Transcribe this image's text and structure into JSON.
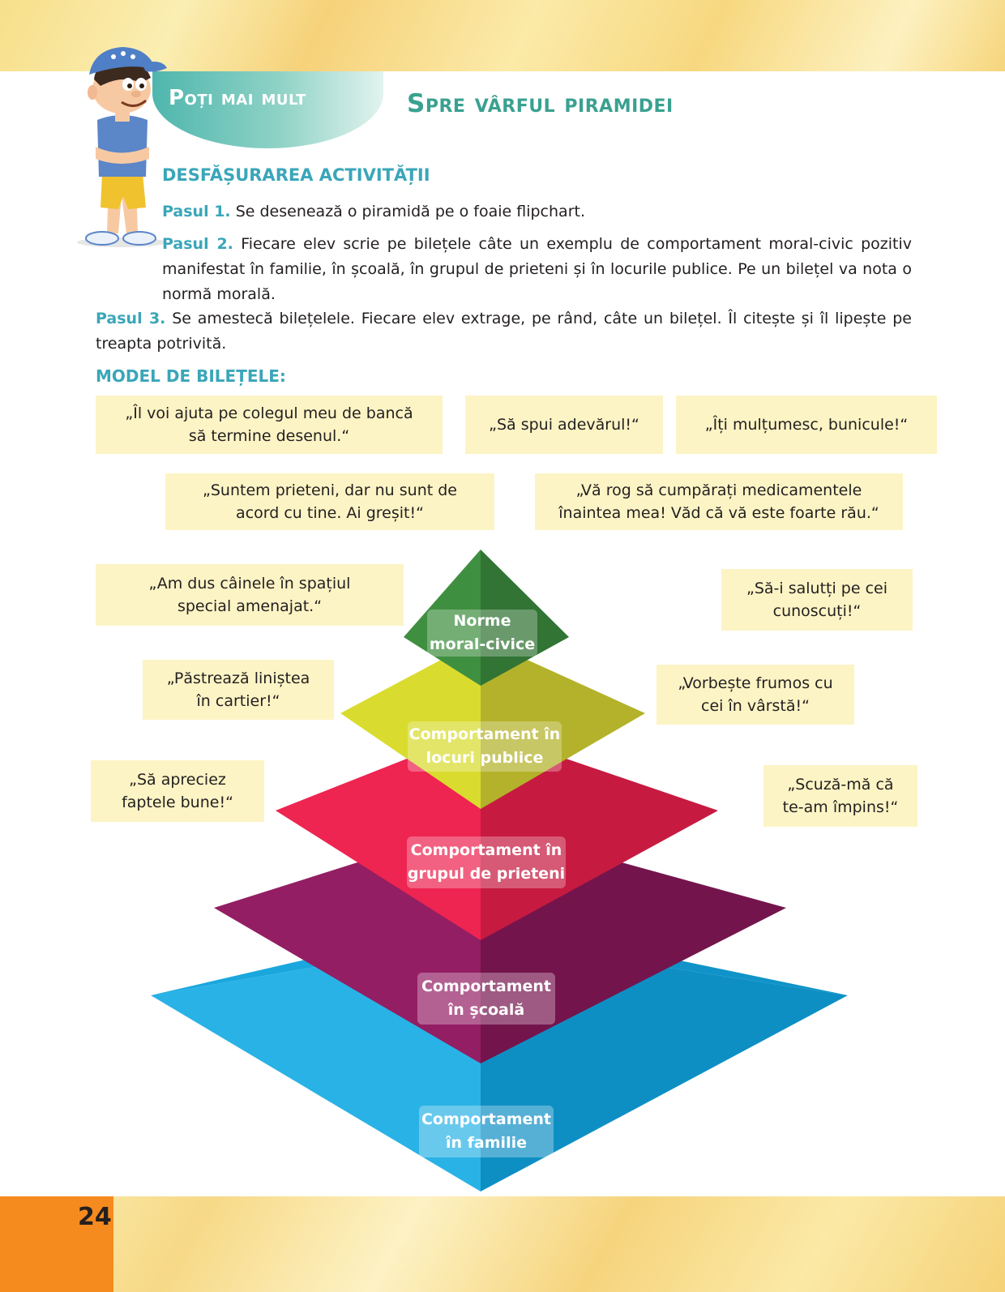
{
  "header": {
    "tab_label": "Poți mai mult",
    "title": "Spre vârful piramidei"
  },
  "activity": {
    "heading": "DESFĂȘURAREA ACTIVITĂȚII",
    "steps": [
      {
        "label": "Pasul 1.",
        "text": "Se desenează o piramidă pe o foaie flipchart."
      },
      {
        "label": "Pasul 2.",
        "text": "Fiecare elev scrie pe bilețele câte un exemplu de comportament moral-civic pozitiv manifestat în familie, în școală, în grupul de prieteni și în locurile publice. Pe un bilețel va nota o normă morală."
      },
      {
        "label": "Pasul 3.",
        "text": "Se amestecă bilețelele. Fiecare elev extrage, pe rând, câte un bilețel. Îl citește și îl lipește pe treapta potrivită."
      }
    ]
  },
  "model": {
    "heading": "MODEL DE BILEȚELE:",
    "notes": [
      {
        "line1": "„Îl voi ajuta pe colegul meu de bancă",
        "line2": "să termine desenul.“"
      },
      {
        "line1": "„Să spui adevărul!“",
        "line2": ""
      },
      {
        "line1": "„Îți mulțumesc, bunicule!“",
        "line2": ""
      },
      {
        "line1": "„Suntem prieteni, dar nu sunt de",
        "line2": "acord cu tine. Ai greșit!“"
      },
      {
        "line1": "„Vă rog să cumpărați medicamentele",
        "line2": "înaintea mea! Văd că vă este foarte rău.“"
      },
      {
        "line1": "„Am dus câinele în spațiul",
        "line2": "special amenajat.“"
      },
      {
        "line1": "„Să-i salutți pe cei",
        "line2": "cunoscuți!“"
      },
      {
        "line1": "„Păstrează liniștea",
        "line2": "în cartier!“"
      },
      {
        "line1": "„Vorbește frumos cu",
        "line2": "cei în vârstă!“"
      },
      {
        "line1": "„Să apreciez",
        "line2": "faptele bune!“"
      },
      {
        "line1": "„Scuză-mă că",
        "line2": "te-am împins!“"
      }
    ]
  },
  "pyramid": {
    "tiers": [
      {
        "line1": "Norme",
        "line2": "moral-civice"
      },
      {
        "line1": "Comportament în",
        "line2": "locuri publice"
      },
      {
        "line1": "Comportament în",
        "line2": "grupul de prieteni"
      },
      {
        "line1": "Comportament",
        "line2": "în școală"
      },
      {
        "line1": "Comportament",
        "line2": "în familie"
      }
    ],
    "colors": [
      "#3e8e3f",
      "#c9cc2c",
      "#e41f4e",
      "#8c1c5e",
      "#1aa7de"
    ]
  },
  "footer": {
    "page_number": "24"
  }
}
